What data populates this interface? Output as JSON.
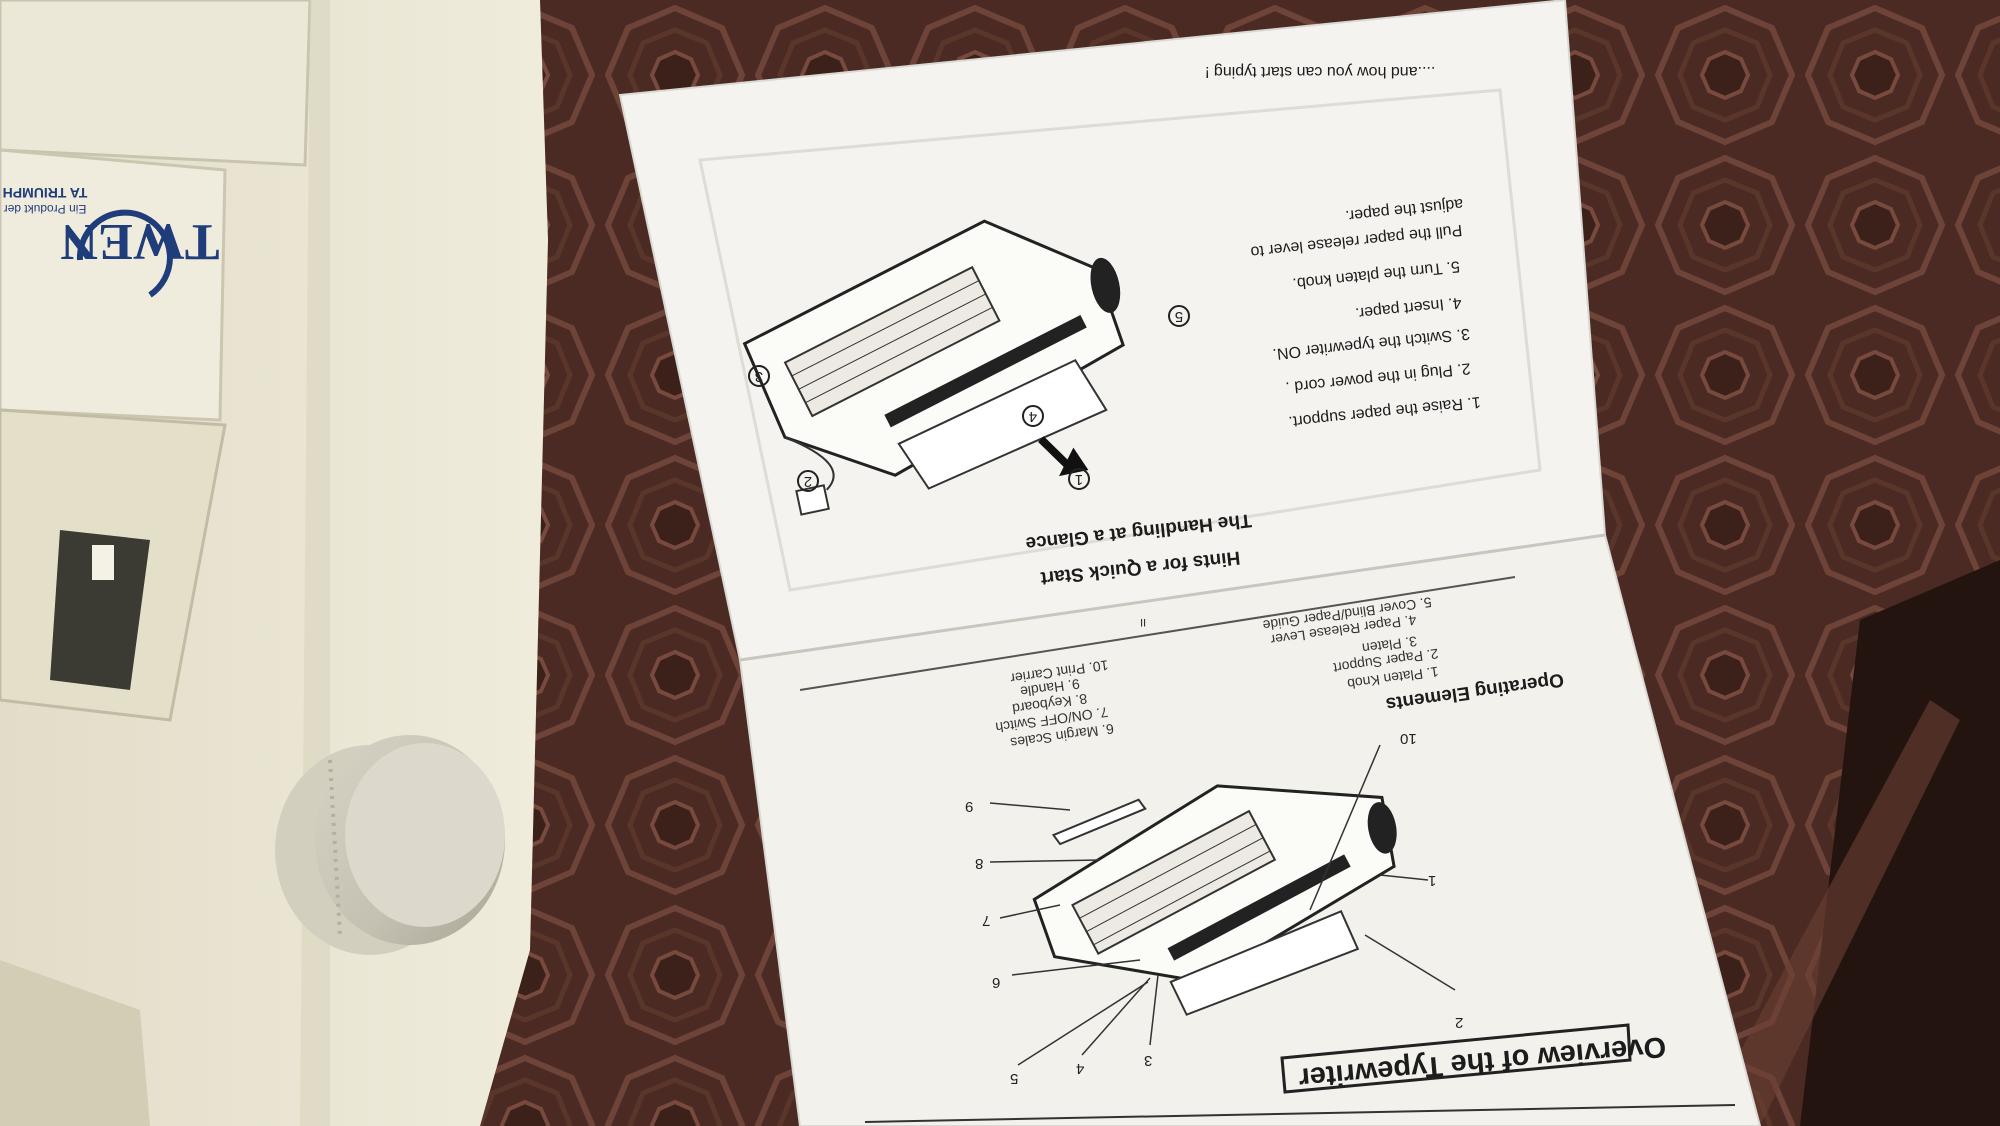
{
  "typewriter": {
    "brand": "TWEN",
    "maker": "TA TRIUMPH",
    "product_note": "Ein Produkt der"
  },
  "manual": {
    "top_page": {
      "intro": "....and how you can start typing !",
      "steps": [
        "1.  Raise the paper support.",
        "2.  Plug in  the power cord .",
        "3.  Switch the typewriter ON.",
        "4.  Insert paper.",
        "5.  Turn the platen knob.",
        "Pull the paper release lever to",
        "adjust the paper."
      ],
      "heading": "The Handling at a Glance",
      "subheading": "Hints for a Quick Start",
      "callouts": [
        "1",
        "2",
        "3",
        "4",
        "5"
      ],
      "page_number": "II"
    },
    "bottom_page": {
      "section_title": "Operating Elements",
      "elements_left": [
        "1.   Platen Knob",
        "2.   Paper Support",
        "3.   Platen",
        "4.   Paper Release Lever",
        "5.   Cover Blind/Paper Guide"
      ],
      "elements_right": [
        "6.   Margin Scales",
        "7.   ON/OFF Switch",
        "8.   Keyboard",
        "9.   Handle",
        "10.  Print Carrier"
      ],
      "diagram_numbers": [
        "1",
        "2",
        "3",
        "4",
        "5",
        "6",
        "7",
        "8",
        "9",
        "10"
      ],
      "title": "Overview of the Typewriter"
    }
  },
  "colors": {
    "tablecloth": "#4a2a22",
    "paper": "#f3f2ee",
    "typewriter_body": "#e9e5d3",
    "brand_blue": "#1f3d7a"
  }
}
